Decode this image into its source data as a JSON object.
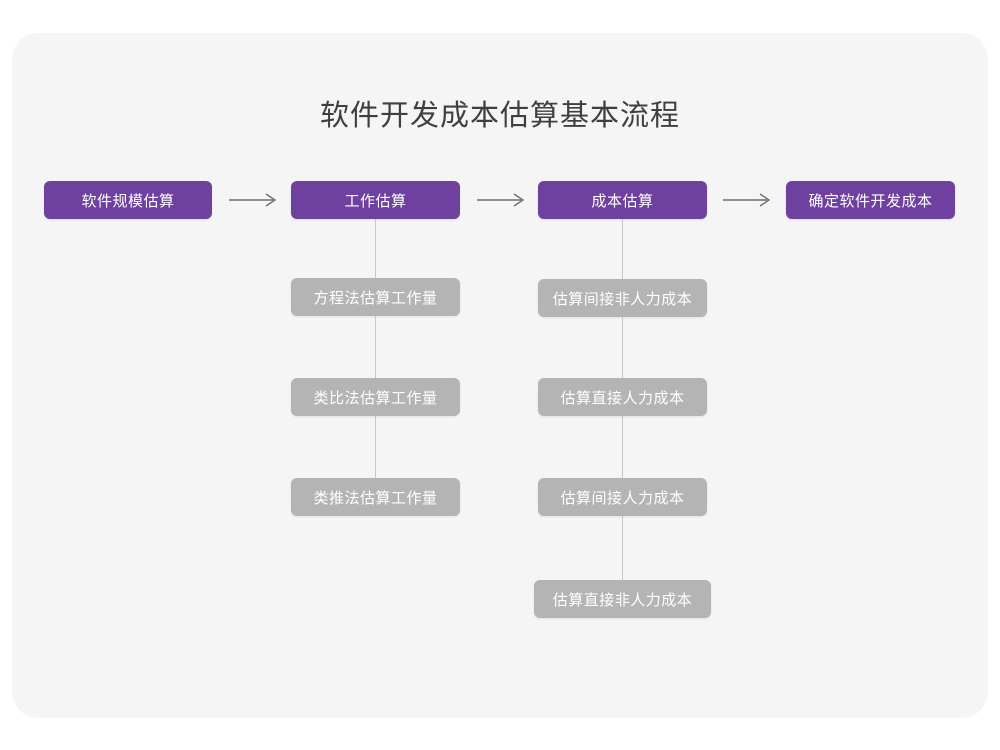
{
  "diagram": {
    "title": "软件开发成本估算基本流程",
    "colors": {
      "canvas_background": "#f5f5f5",
      "page_background": "#ffffff",
      "primary_node": "#6e419f",
      "secondary_node": "#b4b4b4",
      "connector": "#c9c9c9",
      "title_text": "#3f3f3f",
      "node_text": "#ffffff"
    },
    "stages": [
      {
        "id": "stage-1",
        "label": "软件规模估算",
        "substeps": []
      },
      {
        "id": "stage-2",
        "label": "工作估算",
        "substeps": [
          "方程法估算工作量",
          "类比法估算工作量",
          "类推法估算工作量"
        ]
      },
      {
        "id": "stage-3",
        "label": "成本估算",
        "substeps": [
          "估算间接非人力成本",
          "估算直接人力成本",
          "估算间接人力成本",
          "估算直接非人力成本"
        ]
      },
      {
        "id": "stage-4",
        "label": "确定软件开发成本",
        "substeps": []
      }
    ],
    "connectors": [
      {
        "id": "arrow-1",
        "from": "stage-1",
        "to": "stage-2",
        "glyph": "arrow-right"
      },
      {
        "id": "arrow-2",
        "from": "stage-2",
        "to": "stage-3",
        "glyph": "arrow-right"
      },
      {
        "id": "arrow-3",
        "from": "stage-3",
        "to": "stage-4",
        "glyph": "arrow-right"
      }
    ]
  }
}
